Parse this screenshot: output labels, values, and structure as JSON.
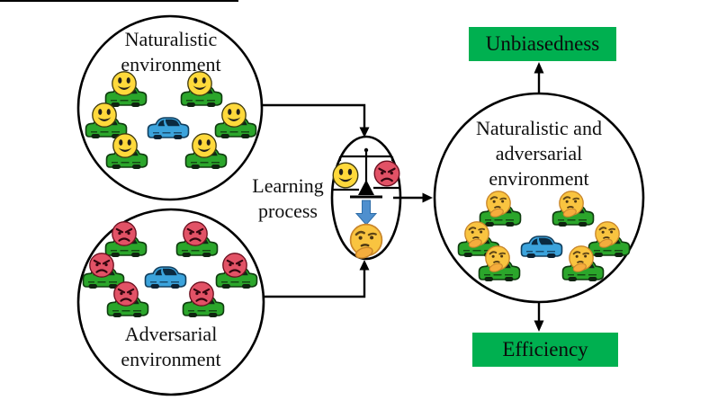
{
  "nodes": {
    "naturalistic": {
      "label": "Naturalistic environment",
      "agent_icon": "smiley-face-car-icon",
      "agent_count": 6,
      "ego_icon": "ego-car-icon"
    },
    "adversarial": {
      "label": "Adversarial environment",
      "agent_icon": "angry-face-car-icon",
      "agent_count": 6,
      "ego_icon": "ego-car-icon"
    },
    "learning": {
      "label": "Learning process",
      "icons": [
        "smiley-face-icon",
        "balance-scale-icon",
        "angry-face-icon",
        "down-arrow-icon",
        "thinking-face-icon"
      ]
    },
    "combined": {
      "label": "Naturalistic and adversarial environment",
      "agent_icon": "thinking-face-car-icon",
      "agent_count": 6,
      "ego_icon": "ego-car-icon"
    }
  },
  "outcomes": {
    "unbiasedness": {
      "label": "Unbiasedness"
    },
    "efficiency": {
      "label": "Efficiency"
    }
  },
  "edges": [
    {
      "from": "naturalistic",
      "to": "learning"
    },
    {
      "from": "adversarial",
      "to": "learning"
    },
    {
      "from": "learning",
      "to": "combined"
    },
    {
      "from": "combined",
      "to": "unbiasedness"
    },
    {
      "from": "combined",
      "to": "efficiency"
    }
  ],
  "colors": {
    "outcome_box_green": "#00B050",
    "agent_car_green": "#2BA62B",
    "ego_car_blue": "#3BA3DC",
    "smiley_yellow": "#FFD93B",
    "angry_red": "#E25266",
    "thinking_yellow": "#F9C440",
    "process_arrow_blue": "#4E8FCE",
    "line_black": "#000000"
  }
}
